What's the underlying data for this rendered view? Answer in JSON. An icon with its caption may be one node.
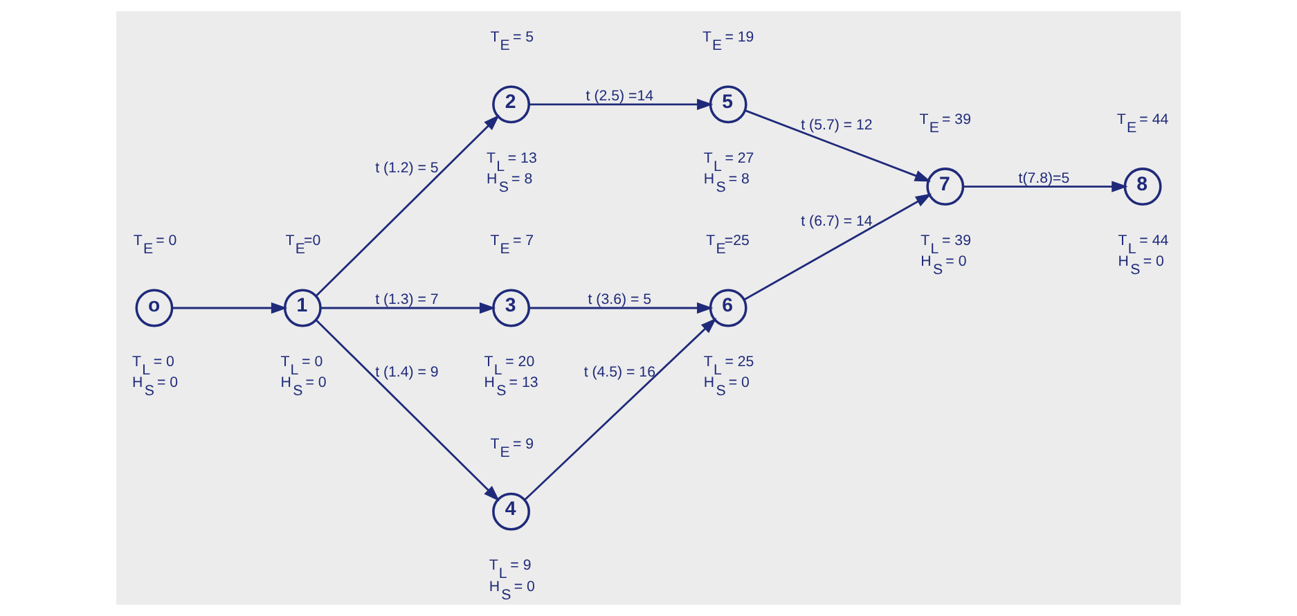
{
  "diagram": {
    "nodes": [
      {
        "text": [
          "o"
        ],
        "beside": [
          "T$_{E}$ = 0",
          "T$_{L}$ = 0",
          "H$_{S}$ = 0"
        ]
      },
      {
        "text": [
          "1"
        ],
        "beside": [
          "T$_{E}$=0",
          "T$_{L}$ = 0",
          "H$_{S}$ = 0"
        ]
      },
      {
        "text": [
          "2"
        ],
        "beside": [
          "T$_{E}$ = 5",
          "T$_{L}$ = 13",
          "H$_{S}$ = 8"
        ]
      },
      {
        "text": [
          "3"
        ],
        "beside": [
          "T$_{E}$ = 7",
          "T$_{L}$ = 20",
          "H$_{S}$ = 13"
        ]
      },
      {
        "text": [
          "4"
        ],
        "beside": [
          "T$_{E}$ = 9",
          "T$_{L}$ = 9",
          "H$_{S}$ = 0"
        ]
      },
      {
        "text": [
          "5"
        ],
        "beside": [
          "T$_{E}$ = 19",
          "T$_{L}$ = 27",
          "H$_{S}$ = 8"
        ]
      },
      {
        "text": [
          "6"
        ],
        "beside": [
          "T$_{E}$=25",
          "T$_{L}$ = 25",
          "H$_{S}$ = 0"
        ]
      },
      {
        "text": [
          "7"
        ],
        "beside": [
          "T$_{E}$ = 39",
          "T$_{L}$ = 39",
          "H$_{S}$ = 0"
        ]
      },
      {
        "text": [
          "8"
        ],
        "beside": [
          "T$_{E}$ = 44",
          "T$_{L}$ = 44",
          "H$_{S}$ = 0"
        ]
      }
    ],
    "edges": [
      {
        "from": 0,
        "to": 1,
        "arrow": "to"
      },
      {
        "from": 1,
        "to": 2,
        "arrow": "to",
        "label": "t (1.2) = 5"
      },
      {
        "from": 1,
        "to": 3,
        "arrow": "to",
        "label": "t (1.3) = 7"
      },
      {
        "from": 1,
        "to": 4,
        "arrow": "to",
        "label": "t (1.4) = 9"
      },
      {
        "from": 2,
        "to": 5,
        "arrow": "to",
        "label": "t (2.5) =14"
      },
      {
        "from": 3,
        "to": 6,
        "arrow": "to",
        "label": "t (3.6) = 5"
      },
      {
        "from": 4,
        "to": 6,
        "arrow": "to",
        "label": "t (4.5) = 16"
      },
      {
        "from": 5,
        "to": 7,
        "arrow": "to",
        "label": "t (5.7) = 12"
      },
      {
        "from": 6,
        "to": 7,
        "arrow": "to",
        "label": "t (6.7) = 14"
      },
      {
        "from": 7,
        "to": 8,
        "arrow": "to",
        "label": "t(7.8)=5"
      }
    ]
  }
}
